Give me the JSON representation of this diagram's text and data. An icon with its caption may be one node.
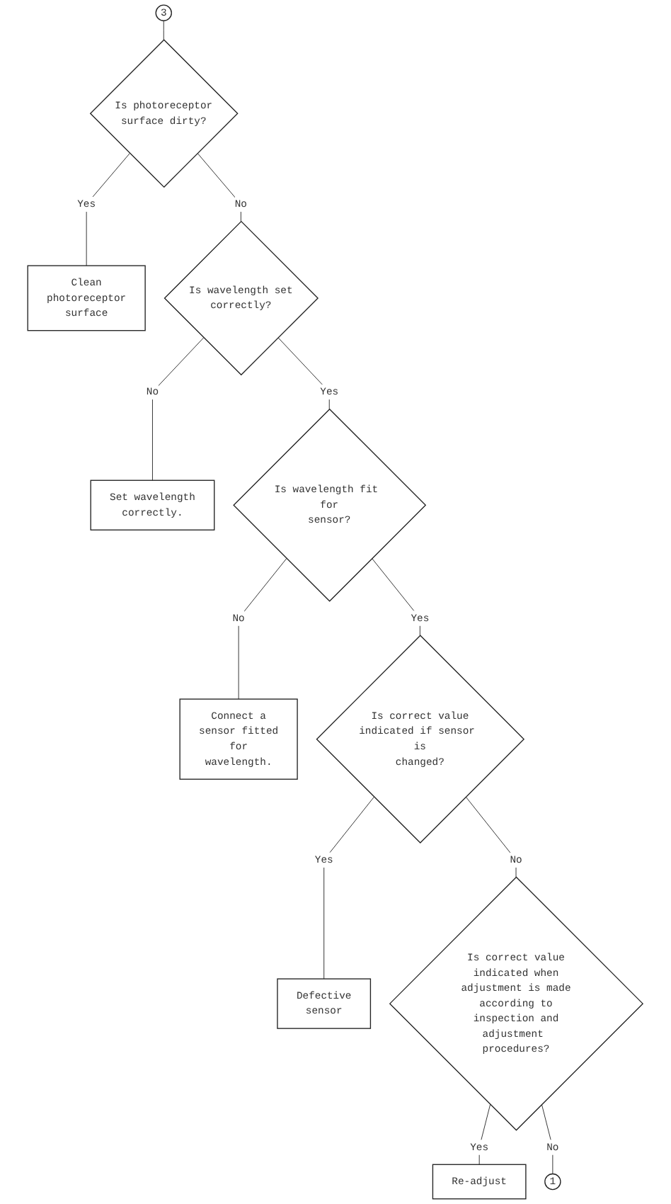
{
  "diagram": {
    "nodes": [
      {
        "text": [
          "3"
        ]
      },
      {
        "text": [
          "Is photoreceptor surface dirty?"
        ]
      },
      {
        "text": [
          "Clean photoreceptor surface"
        ]
      },
      {
        "text": [
          "Is wavelength set correctly?"
        ]
      },
      {
        "text": [
          "Set wavelength correctly."
        ]
      },
      {
        "text": [
          "Is wavelength fit for sensor?"
        ]
      },
      {
        "text": [
          "Connect a sensor fitted for wavelength."
        ]
      },
      {
        "text": [
          "Is correct value indicated if sensor is changed?"
        ]
      },
      {
        "text": [
          "Defective sensor"
        ]
      },
      {
        "text": [
          "Is correct value indicated when adjustment is made according to inspection and adjustment procedures?"
        ]
      },
      {
        "text": [
          "Re-adjust"
        ]
      },
      {
        "text": [
          "1"
        ]
      }
    ],
    "edges": [
      {
        "from": 0,
        "to": 1,
        "arrow": "none"
      },
      {
        "from": 1,
        "to": 2,
        "arrow": "none",
        "label": "Yes"
      },
      {
        "from": 1,
        "to": 3,
        "arrow": "none",
        "label": "No"
      },
      {
        "from": 3,
        "to": 4,
        "arrow": "none",
        "label": "No"
      },
      {
        "from": 3,
        "to": 5,
        "arrow": "none",
        "label": "Yes"
      },
      {
        "from": 5,
        "to": 6,
        "arrow": "none",
        "label": "No"
      },
      {
        "from": 5,
        "to": 7,
        "arrow": "none",
        "label": "Yes"
      },
      {
        "from": 7,
        "to": 8,
        "arrow": "none",
        "label": "Yes"
      },
      {
        "from": 7,
        "to": 9,
        "arrow": "none",
        "label": "No"
      },
      {
        "from": 9,
        "to": 10,
        "arrow": "none",
        "label": "Yes"
      },
      {
        "from": 9,
        "to": 11,
        "arrow": "none",
        "label": "No"
      }
    ]
  }
}
